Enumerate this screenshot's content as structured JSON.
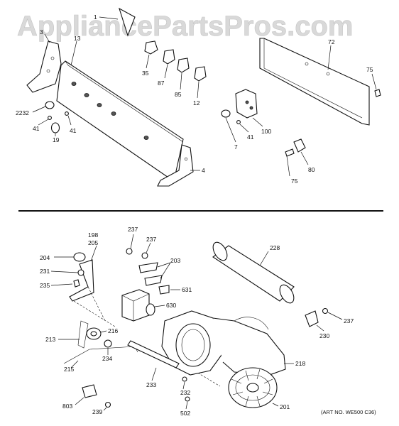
{
  "watermark": "AppliancePartsPros.com",
  "art_number": "(ART NO. WE500 C36)",
  "callouts": {
    "c1": "1",
    "c3": "3",
    "c13": "13",
    "c35": "35",
    "c87": "87",
    "c85": "85",
    "c12": "12",
    "c72": "72",
    "c75a": "75",
    "c2232": "2232",
    "c41a": "41",
    "c19": "19",
    "c41b": "41",
    "c7": "7",
    "c41c": "41",
    "c100": "100",
    "c80": "80",
    "c75b": "75",
    "c4": "4",
    "c198": "198",
    "c205": "205",
    "c237a": "237",
    "c237b": "237",
    "c204": "204",
    "c203": "203",
    "c228": "228",
    "c231": "231",
    "c235": "235",
    "c631": "631",
    "c630": "630",
    "c237c": "237",
    "c213": "213",
    "c216": "216",
    "c230": "230",
    "c234": "234",
    "c218": "218",
    "c215": "215",
    "c233": "233",
    "c232": "232",
    "c201": "201",
    "c803": "803",
    "c239": "239",
    "c502": "502"
  }
}
